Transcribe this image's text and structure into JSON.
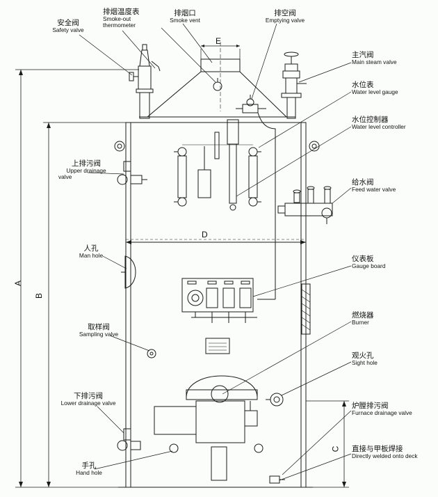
{
  "labels": {
    "safety_valve": {
      "zh": "安全阀",
      "en": "Safety valve"
    },
    "smoke_thermometer": {
      "zh": "排烟温度表",
      "en1": "Smoke-out",
      "en2": "thermometer"
    },
    "smoke_vent": {
      "zh": "排烟口",
      "en": "Smoke vent"
    },
    "emptying_valve": {
      "zh": "排空阀",
      "en": "Emptying valve"
    },
    "main_steam_valve": {
      "zh": "主汽阀",
      "en": "Main steam valve"
    },
    "water_level_gauge": {
      "zh": "水位表",
      "en": "Water level gauge"
    },
    "water_level_controller": {
      "zh": "水位控制器",
      "en": "Water level controller"
    },
    "upper_drainage_valve": {
      "zh": "上排污阀",
      "en1": "Upper drainage",
      "en2": "valve"
    },
    "feed_water_valve": {
      "zh": "给水阀",
      "en": "Feed water valve"
    },
    "man_hole": {
      "zh": "人孔",
      "en": "Man hole"
    },
    "gauge_board": {
      "zh": "仪表板",
      "en": "Gauge board"
    },
    "sampling_valve": {
      "zh": "取样阀",
      "en": "Sampling valve"
    },
    "burner": {
      "zh": "燃烧器",
      "en": "Burner"
    },
    "sight_hole": {
      "zh": "观火孔",
      "en": "Sight hole"
    },
    "lower_drainage_valve": {
      "zh": "下排污阀",
      "en": "Lower drainage valve"
    },
    "furnace_drainage_valve": {
      "zh": "炉膛排污阀",
      "en": "Furnace drainage valve"
    },
    "hand_hole": {
      "zh": "手孔",
      "en": "Hand hole"
    },
    "welded_deck": {
      "zh": "直接与甲板焊接",
      "en": "Directly welded onto deck"
    }
  },
  "dimensions": {
    "a": "A",
    "b": "B",
    "c": "C",
    "d": "D",
    "e": "E"
  },
  "colors": {
    "line": "#1a1a1a",
    "background": "#fbfdfb"
  }
}
